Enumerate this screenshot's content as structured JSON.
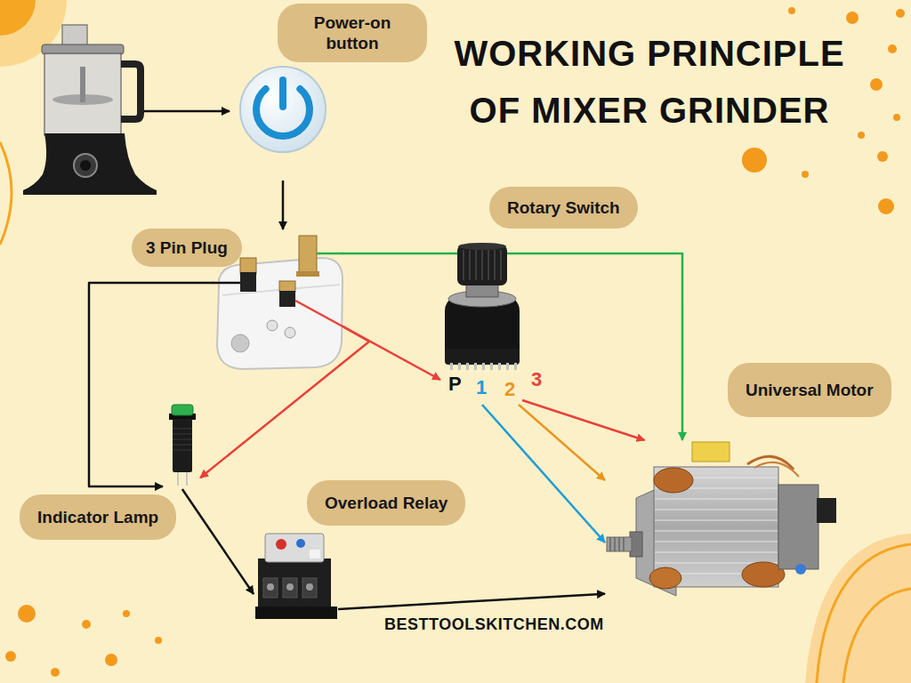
{
  "diagram": {
    "title": "WORKING PRINCIPLE OF MIXER GRINDER",
    "nodes": [
      {
        "text": [
          "Power-on button"
        ]
      },
      {
        "text": [
          "Rotary Switch"
        ]
      },
      {
        "text": [
          "3 Pin Plug"
        ]
      },
      {
        "text": [
          "Universal Motor"
        ]
      },
      {
        "text": [
          "Indicator Lamp"
        ]
      },
      {
        "text": [
          "Overload Relay"
        ]
      }
    ],
    "edges": [
      {
        "from": 0,
        "to": 2,
        "arrow": "to"
      },
      {
        "from": 2,
        "to": 1,
        "arrow": "to"
      },
      {
        "from": 2,
        "to": 4,
        "arrow": "to"
      },
      {
        "from": 2,
        "to": 3,
        "arrow": "to"
      },
      {
        "from": 2,
        "to": 4,
        "arrow": "to"
      },
      {
        "from": 4,
        "to": 5,
        "arrow": "to"
      },
      {
        "from": 5,
        "to": 3,
        "arrow": "to"
      },
      {
        "from": 1,
        "to": 3,
        "arrow": "to"
      },
      {
        "from": 1,
        "to": 3,
        "arrow": "to"
      },
      {
        "from": 1,
        "to": 3,
        "arrow": "to"
      }
    ],
    "labels": [
      "P",
      "1",
      "2",
      "3",
      "BESTTOOLSKITCHEN.COM"
    ]
  }
}
